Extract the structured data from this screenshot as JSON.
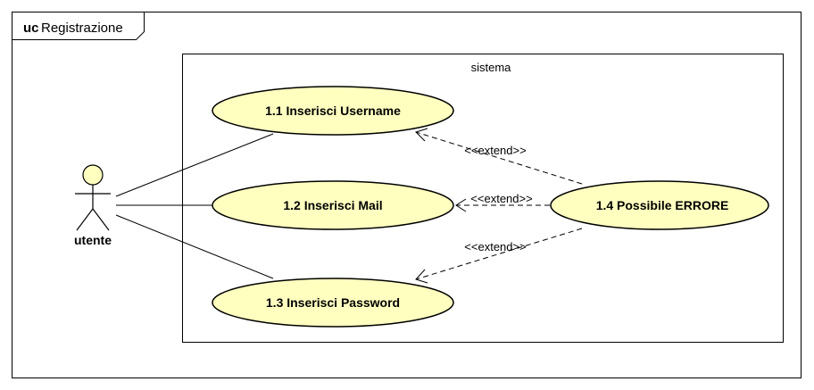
{
  "frame": {
    "keyword": "uc",
    "name": "Registrazione"
  },
  "system": {
    "name": "sistema"
  },
  "actor": {
    "name": "utente"
  },
  "use_cases": [
    {
      "id": "uc-1-1",
      "label": "1.1 Inserisci Username"
    },
    {
      "id": "uc-1-2",
      "label": "1.2 Inserisci Mail"
    },
    {
      "id": "uc-1-3",
      "label": "1.3 Inserisci Password"
    },
    {
      "id": "uc-1-4",
      "label": "1.4 Possibile ERRORE"
    }
  ],
  "relations": [
    {
      "type": "extend",
      "label": "<<extend>>",
      "from": "1.4 Possibile ERRORE",
      "to": "1.1 Inserisci Username"
    },
    {
      "type": "extend",
      "label": "<<extend>>",
      "from": "1.4 Possibile ERRORE",
      "to": "1.2 Inserisci Mail"
    },
    {
      "type": "extend",
      "label": "<<extend>>",
      "from": "1.4 Possibile ERRORE",
      "to": "1.3 Inserisci Password"
    }
  ],
  "colors": {
    "use_case_fill": "#ffffc0",
    "stroke": "#000000",
    "background": "#ffffff"
  }
}
